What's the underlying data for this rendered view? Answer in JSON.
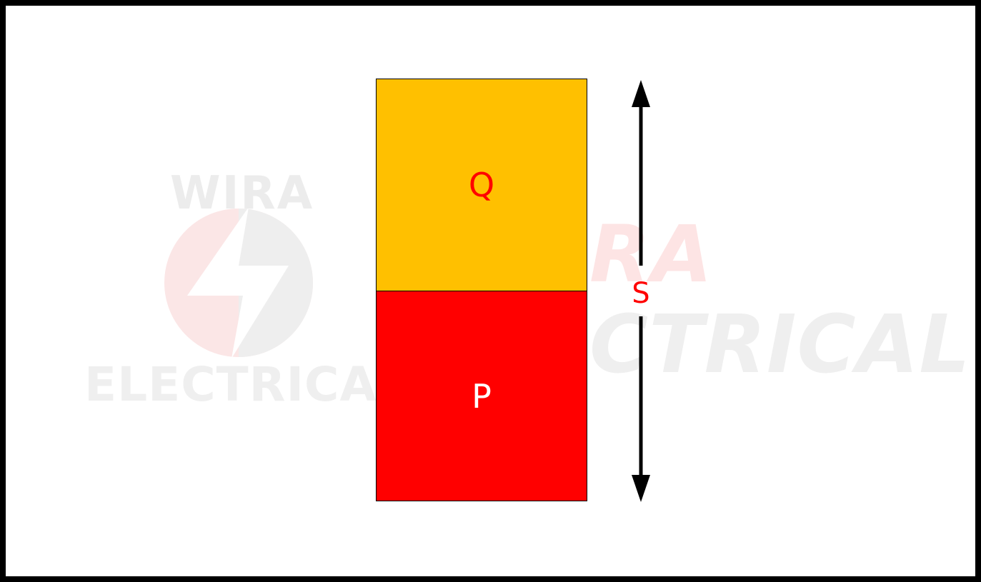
{
  "diagram": {
    "blocks": {
      "upper": {
        "label": "Q",
        "fill": "#ffc000",
        "text_color": "#ff0000"
      },
      "lower": {
        "label": "P",
        "fill": "#ff0000",
        "text_color": "#ffffff"
      }
    },
    "dimension": {
      "label": "S",
      "text_color": "#ff0000",
      "arrow_color": "#000000",
      "direction": "double-headed vertical"
    }
  },
  "watermark": {
    "logo_icon": "lightning-bolt-circle-icon",
    "left_top": "WIRA",
    "left_bottom": "ELECTRICA",
    "right_top": "RA",
    "right_bottom": "CTRICAL",
    "colors": {
      "gray": "#efefef",
      "red": "#fde4e4"
    }
  },
  "frame": {
    "border_color": "#000000",
    "background": "#ffffff"
  }
}
